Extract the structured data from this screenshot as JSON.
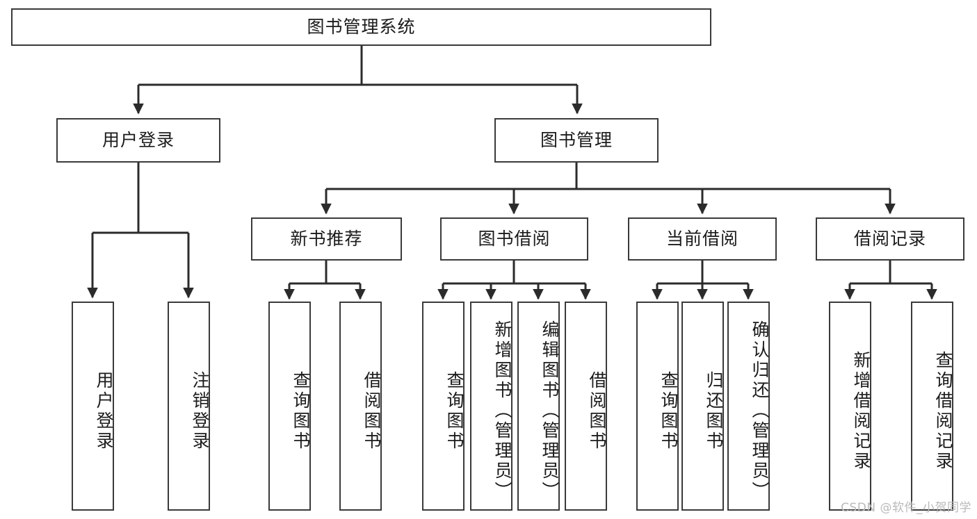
{
  "diagram": {
    "title": "图书管理系统",
    "type": "tree-hierarchy-diagram",
    "watermark": "CSDN @软件_小贺同学",
    "colors": {
      "background": "#ffffff",
      "node_border": "#3a3a3a",
      "node_fill": "#ffffff",
      "connector": "#2b2b2b",
      "text": "#1b1b1b",
      "watermark": "#b9b9b9"
    },
    "root": {
      "label": "图书管理系统",
      "orientation": "horizontal"
    },
    "level2": [
      {
        "label": "用户登录",
        "orientation": "horizontal"
      },
      {
        "label": "图书管理",
        "orientation": "horizontal"
      }
    ],
    "level3": [
      {
        "label": "新书推荐",
        "orientation": "horizontal",
        "parent": "图书管理"
      },
      {
        "label": "图书借阅",
        "orientation": "horizontal",
        "parent": "图书管理"
      },
      {
        "label": "当前借阅",
        "orientation": "horizontal",
        "parent": "图书管理"
      },
      {
        "label": "借阅记录",
        "orientation": "horizontal",
        "parent": "图书管理"
      }
    ],
    "leaves": {
      "user_login": [
        {
          "label": "用户登录",
          "orientation": "vertical"
        },
        {
          "label": "注销登录",
          "orientation": "vertical"
        }
      ],
      "new_book_recommend": [
        {
          "label": "查询图书",
          "orientation": "vertical"
        },
        {
          "label": "借阅图书",
          "orientation": "vertical"
        }
      ],
      "book_borrow": [
        {
          "label": "查询图书",
          "orientation": "vertical"
        },
        {
          "label": "新增图书（管理员）",
          "orientation": "vertical"
        },
        {
          "label": "编辑图书（管理员）",
          "orientation": "vertical"
        },
        {
          "label": "借阅图书",
          "orientation": "vertical"
        }
      ],
      "current_borrow": [
        {
          "label": "查询图书",
          "orientation": "vertical"
        },
        {
          "label": "归还图书",
          "orientation": "vertical"
        },
        {
          "label": "确认归还（管理员）",
          "orientation": "vertical"
        }
      ],
      "borrow_record": [
        {
          "label": "新增借阅记录",
          "orientation": "vertical"
        },
        {
          "label": "查询借阅记录",
          "orientation": "vertical"
        }
      ]
    }
  }
}
